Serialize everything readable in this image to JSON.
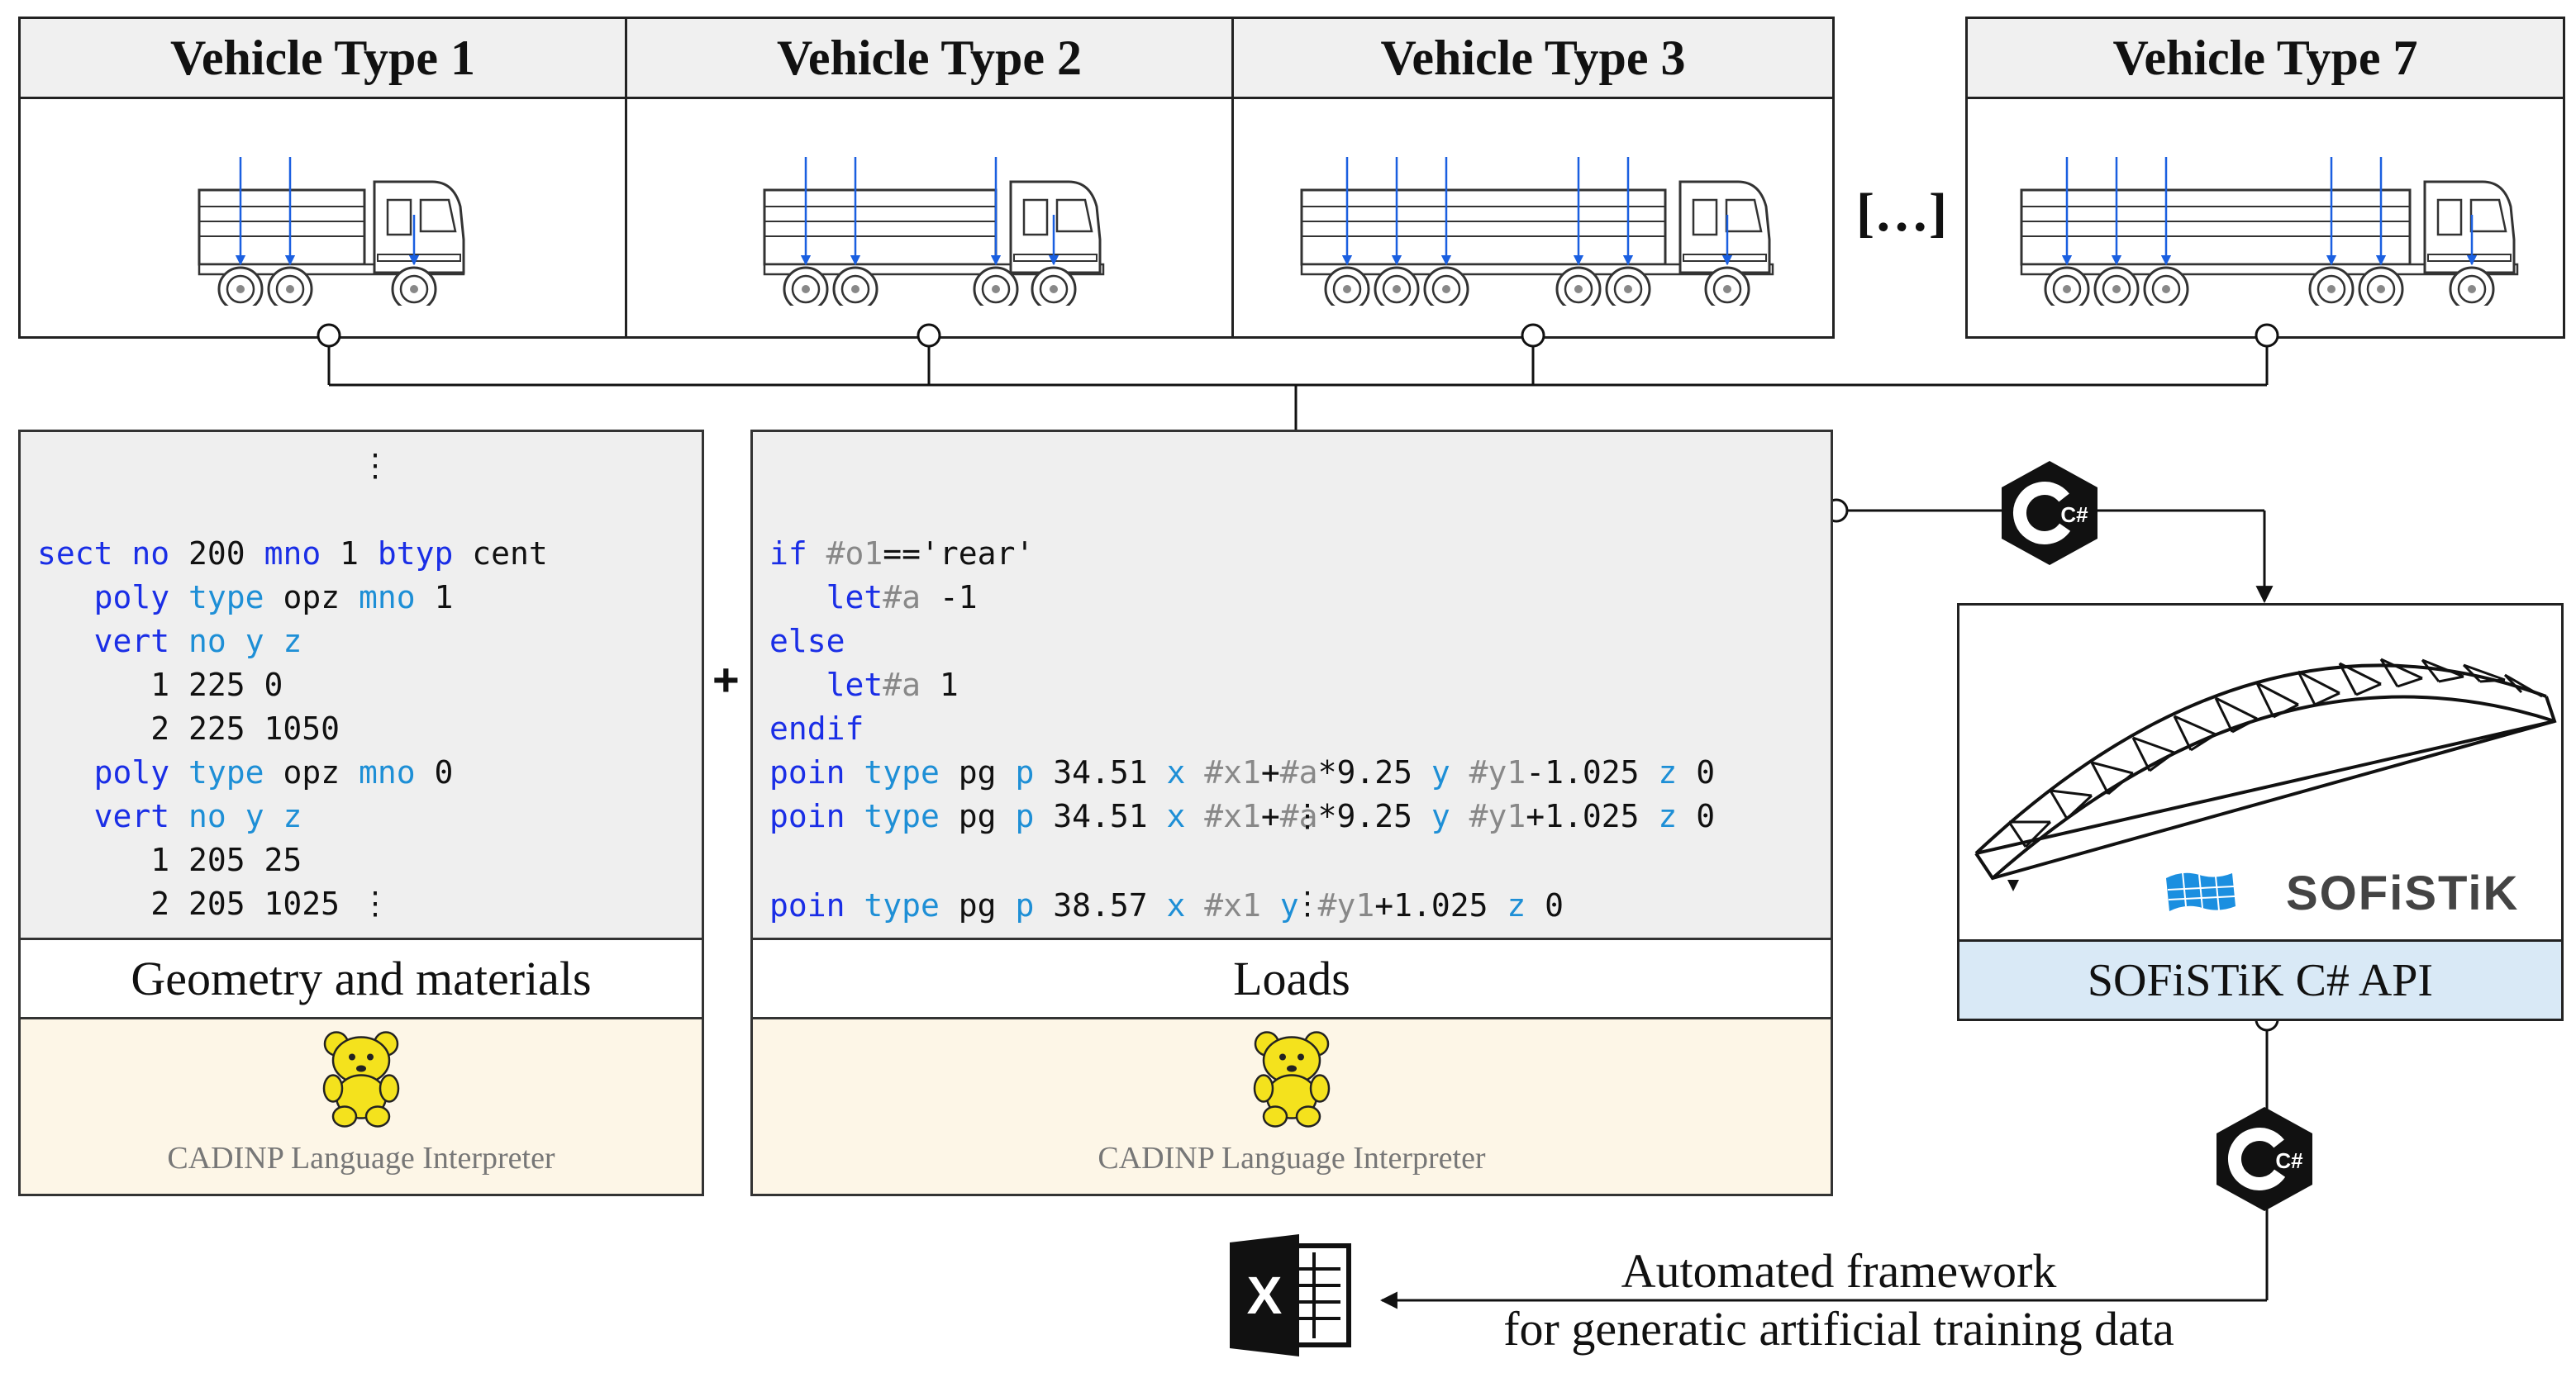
{
  "vehicles": [
    {
      "title": "Vehicle Type 1"
    },
    {
      "title": "Vehicle Type 2"
    },
    {
      "title": "Vehicle Type 3"
    },
    {
      "title": "Vehicle Type 7"
    }
  ],
  "vehicle_ellipsis": "[…]",
  "vertical_dots": "⋮",
  "plus_sign": "+",
  "geometry_panel": {
    "caption": "Geometry and materials",
    "interpreter_label": "CADINP Language Interpreter",
    "lines": {
      "l1_k1": "sect",
      "l1_k2": "no",
      "l1_v1": " 200 ",
      "l1_k3": "mno",
      "l1_v2": " 1 ",
      "l1_k4": "btyp",
      "l1_v3": " cent",
      "l2_k1": "poly",
      "l2_k2": "type",
      "l2_v1": " opz ",
      "l2_k3": "mno",
      "l2_v2": " 1",
      "l3_k1": "vert",
      "l3_k2": "no",
      "l3_k3": "y",
      "l3_k4": "z",
      "l4": "1 225 0",
      "l5": "2 225 1050",
      "l6_k1": "poly",
      "l6_k2": "type",
      "l6_v1": " opz ",
      "l6_k3": "mno",
      "l6_v2": " 0",
      "l7_k1": "vert",
      "l7_k2": "no",
      "l7_k3": "y",
      "l7_k4": "z",
      "l8": "1 205 25",
      "l9": "2 205 1025"
    }
  },
  "loads_panel": {
    "caption": "Loads",
    "interpreter_label": "CADINP Language Interpreter",
    "lines": {
      "if_kw": "if",
      "if_var": "#o1",
      "if_rest": "=='rear'",
      "let_kw": "let",
      "let_var": "#a",
      "let1_rest": " -1",
      "else_kw": "else",
      "let2_rest": " 1",
      "endif_kw": "endif",
      "poin": "poin",
      "type": "type",
      "pg": " pg ",
      "p": "p",
      "x": "x",
      "y": "y",
      "z": "z",
      "p1_val": " 34.51 ",
      "p1_x1": "#x1",
      "p1_plus": "+",
      "p1_a": "#a",
      "p1_mul": "*9.25 ",
      "p1_y1": "#y1",
      "p1_yrest": "-1.025 ",
      "p1_z": " 0",
      "p2_yrest": "+1.025 ",
      "p3_val": " 38.57 ",
      "p3_yrest": "+1.025 "
    }
  },
  "api_panel": {
    "caption": "SOFiSTiK C# API",
    "logo_text": "SOFiSTiK"
  },
  "csharp_badge": "C#",
  "footer": {
    "line1": "Automated framework",
    "line2": "for generatic artificial training data",
    "excel_letter": "X"
  },
  "colors": {
    "keyword": "#1a2ee6",
    "keyword2": "#1e8fd6",
    "variable": "#888888",
    "arrow_blue": "#1a5fe0",
    "api_fill": "#d9e9f6",
    "interp_fill": "#fdf6e7",
    "sofi_blue": "#1b8fe0"
  }
}
